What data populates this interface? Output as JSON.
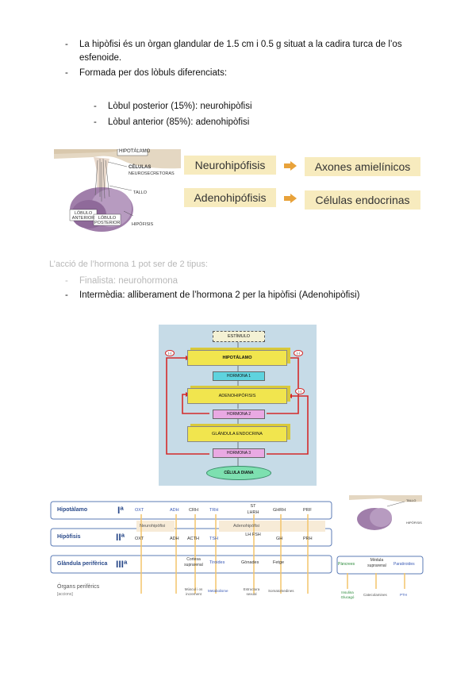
{
  "bullets_top": [
    {
      "dash": "-",
      "text": "La hipòfisi és un òrgan glandular de 1.5 cm i 0.5 g situat a la cadira turca de l’os"
    },
    {
      "dash": "",
      "text": "esfenoide."
    },
    {
      "dash": "-",
      "text": "Formada per dos lòbuls diferenciats:"
    }
  ],
  "sub_bullets": [
    {
      "dash": "-",
      "text": "Lòbul posterior (15%): neurohipòfisi"
    },
    {
      "dash": "-",
      "text": "Lòbul anterior (85%): adenohipòfisi"
    }
  ],
  "anatomy": {
    "hipotalamo": "HIPOTÁLAMO",
    "celulas": "CÉLULAS",
    "neurosecretoras": "NEUROSECRETORAS",
    "tallo": "TALLO",
    "lobulo_anterior": "LÓBULO ANTERIOR",
    "lobulo_posterior": "LÓBULO POSTERIOR",
    "hipofisis": "HIPÓFISIS"
  },
  "mapping": [
    {
      "left": "Neurohipófisis",
      "right": "Axones amielínicos"
    },
    {
      "left": "Adenohipófisis",
      "right": "Células endocrinas"
    }
  ],
  "hormone_intro": "L’acció de l’hormona 1 pot ser de 2 tipus:",
  "hormone_types": [
    {
      "dash": "-",
      "text": "Finalista: neurohormona",
      "faded": true
    },
    {
      "dash": "-",
      "text": "Intermèdia: alliberament de l’hormona 2 per la hipòfisi (Adenohipòfisi)",
      "faded": false
    }
  ],
  "flow": {
    "estimulo": "ESTÍMULO",
    "hipotalamo": "HIPOTÁLAMO",
    "hormona1": "HORMONA 1",
    "adenohipofisis": "ADENOHIPÓFISIS",
    "hormona2": "HORMONA 2",
    "glandula": "GLÁNDULA ENDOCRINA",
    "hormona3": "HORMONA 3",
    "celula": "CÉLULA DIANA",
    "minus": "(-)"
  },
  "axis_table": {
    "rows": [
      {
        "label": "Hipotàlamo",
        "level": "Iª"
      },
      {
        "label": "Hipòfisis",
        "level": "IIª"
      },
      {
        "label": "Glàndula perifèrica",
        "level": "IIIª"
      },
      {
        "label": "Órgans perifèrics",
        "level": "",
        "sub": "[accions]"
      }
    ],
    "hypo": [
      "OXT",
      "ADH",
      "CRH",
      "TRH",
      "ST LHRH",
      "GHRH",
      "PRF"
    ],
    "neuro_label": "Neurohipòfisi",
    "adeno_label": "Adenohipòfisi",
    "pit": [
      "OXT",
      "ADH",
      "ACTH",
      "TSH",
      "LH FSH",
      "GH",
      "PRH"
    ],
    "gland": [
      "Cortesa suprarenal",
      "Tiroides",
      "Gònades",
      "Fetge"
    ],
    "organs": [
      "Múscul i os increment",
      "Metabolisme",
      "Estructura sexual",
      "Somatomedines"
    ],
    "right_gland": [
      "Pàncrees",
      "Mèdula suprarenal",
      "Paratiroides"
    ],
    "right_organs": [
      "Insulina Glucagó",
      "Catecolamines",
      "PTH"
    ],
    "thumb_labels": [
      "TALLO",
      "HIPÓFISIS"
    ]
  }
}
